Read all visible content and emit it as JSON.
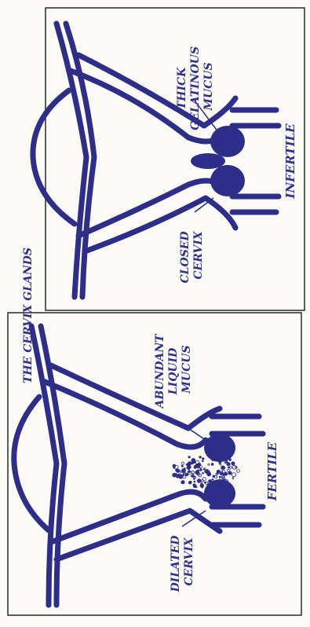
{
  "figure": {
    "title": "THE CERVIX GLANDS",
    "ink_color": "#2e2e8a",
    "paper_color": "#fbfaf7"
  },
  "panels": [
    {
      "id": "infertile",
      "state": "INFERTILE",
      "mucus_label_lines": [
        "THICK",
        "GELATINOUS",
        "MUCUS"
      ],
      "cervix_label_lines": [
        "CLOSED",
        "CERVIX"
      ]
    },
    {
      "id": "fertile",
      "state": "FERTILE",
      "mucus_label_lines": [
        "ABUNDANT",
        "LIQUID",
        "MUCUS"
      ],
      "cervix_label_lines": [
        "DILATED",
        "CERVIX"
      ]
    }
  ]
}
